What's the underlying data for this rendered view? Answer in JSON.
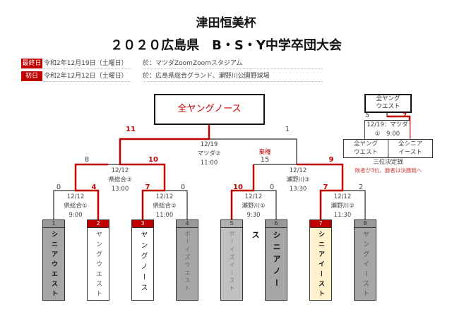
{
  "title": {
    "line1": "津田恒美杯",
    "line2": "２０２０広島県　B・S・Y中学卒団大会"
  },
  "info": [
    {
      "label": "最終日",
      "date": "令和2年12月19日（土曜日）",
      "venue": "於：マツダZoomZoomスタジアム"
    },
    {
      "label": "初日",
      "date": "令和2年12月12日（土曜日）",
      "venue": "於：広島県総合グランド、瀬野川公園野球場"
    }
  ],
  "champion": "全ヤングノース",
  "final": {
    "date": "12/19",
    "venue": "マツダ②",
    "time": "11:00",
    "score_left": "11",
    "score_right": "1",
    "note": "棄権"
  },
  "semis": [
    {
      "date": "12/12",
      "venue": "県総合③",
      "time": "13:00",
      "score_left": "8",
      "score_right": "10"
    },
    {
      "date": "12/12",
      "venue": "瀬野川③",
      "time": "13:30",
      "score_left": "15",
      "score_right": "9"
    }
  ],
  "quarters": [
    {
      "date": "12/12",
      "venue": "県総合①",
      "time": "9:00",
      "score_left": "0",
      "score_right": "4"
    },
    {
      "date": "12/12",
      "venue": "県総合②",
      "time": "11:00",
      "score_left": "7",
      "score_right": "0"
    },
    {
      "date": "12/12",
      "venue": "瀬野川①",
      "time": "9:30",
      "score_left": "10",
      "score_right": "0"
    },
    {
      "date": "12/12",
      "venue": "瀬野川②",
      "time": "11:30",
      "score_left": "7",
      "score_right": "2"
    }
  ],
  "teams": [
    {
      "seed": "1",
      "name": "シニアウエスト"
    },
    {
      "seed": "2",
      "name": "ヤングウエスト"
    },
    {
      "seed": "3",
      "name": "ヤングノース"
    },
    {
      "seed": "4",
      "name": "ボーイズウエスト"
    },
    {
      "seed": "5",
      "name": "ボーイズイースト"
    },
    {
      "seed": "6",
      "name": "シニアノース"
    },
    {
      "seed": "7",
      "name": "シニアイースト"
    },
    {
      "seed": "8",
      "name": "ヤングイースト"
    }
  ],
  "third_place": {
    "winner_line1": "全ヤング",
    "winner_line2": "ウエスト",
    "score_left": "5",
    "score_right": "7",
    "match_line1": "12/19：マツダ",
    "match_line2": "①　9:00",
    "team_left_1": "全ヤング",
    "team_left_2": "ウエスト",
    "team_right_1": "全シニア",
    "team_right_2": "イースト",
    "label": "三位決定戦",
    "note": "敗者が3位。勝者は決勝戦へ"
  },
  "colors": {
    "accent": "#c00000",
    "gray": "#a6a6a6",
    "light_gray": "#c0c0c0",
    "cream": "#fff2cc"
  }
}
